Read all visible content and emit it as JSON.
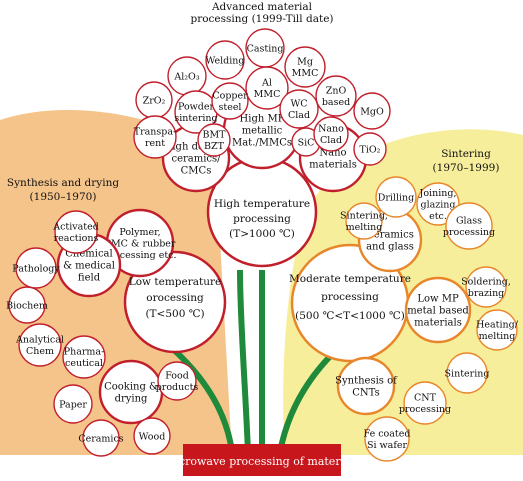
{
  "root": {
    "label": "Microwave processing of materials",
    "color": "#c8161d"
  },
  "colors": {
    "left_bg": "#f5c48a",
    "right_bg": "#f7ee9c",
    "stem": "#1f8a3a",
    "red_ring": "#c01f2b",
    "orange_ring": "#e8862b"
  },
  "eras": {
    "high": {
      "title": "Advanced material",
      "title2": "processing (1999-Till date)"
    },
    "low": {
      "title": "Synthesis and drying",
      "years": "(1950–1970)"
    },
    "moderate": {
      "title": "Sintering",
      "years": "(1970–1999)"
    }
  },
  "hubs": {
    "high": {
      "l1": "High temperature",
      "l2": "processing",
      "l3": "(T>1000 ℃)"
    },
    "low": {
      "l1": "Low temperature",
      "l2": "orocessing",
      "l3": "(T<500 ℃)"
    },
    "moderate": {
      "l1": "Moderate temperature",
      "l2": "processing",
      "l3": "(500 ℃<T<1000 ℃)"
    }
  },
  "sub_hubs": {
    "high_mp": [
      "High MP",
      "metallic",
      "Mat./MMCs"
    ],
    "high_density": [
      "High density",
      "ceramics/",
      "CMCs"
    ],
    "nano": [
      "Nano",
      "materials"
    ],
    "polymer": [
      "Polymer,",
      "PMC & rubber",
      "processing etc."
    ],
    "chemical": [
      "Chemical",
      "& medical",
      "field"
    ],
    "cooking": [
      "Cooking &",
      "drying"
    ],
    "ceramics_glass": [
      "Ceramics",
      "and glass"
    ],
    "low_mp": [
      "Low MP",
      "metal based",
      "materials"
    ],
    "cnts": [
      "Synthesis of",
      "CNTs"
    ]
  },
  "leaves": {
    "casting": [
      "Casting"
    ],
    "welding": [
      "Welding"
    ],
    "mg_mmc": [
      "Mg",
      "MMC"
    ],
    "al2o3": [
      "Al₂O₃"
    ],
    "al_mmc": [
      "Al",
      "MMC"
    ],
    "zno": [
      "ZnO",
      "based"
    ],
    "zro2": [
      "ZrO₂"
    ],
    "powder": [
      "Powder",
      "sintering"
    ],
    "copper": [
      "Copper",
      "steel"
    ],
    "wc": [
      "WC",
      "Clad"
    ],
    "mgo": [
      "MgO"
    ],
    "transparent": [
      "Transpa-",
      "rent"
    ],
    "bmt": [
      "BMT",
      "BZT"
    ],
    "sic": [
      "SiC"
    ],
    "nano_clad": [
      "Nano",
      "Clad"
    ],
    "tio2": [
      "TiO₂"
    ],
    "activated": [
      "Activated",
      "reactions"
    ],
    "pathology": [
      "Pathology"
    ],
    "biochem": [
      "Biochem"
    ],
    "analytical": [
      "Analytical",
      "Chem"
    ],
    "pharma": [
      "Pharma-",
      "ceutical"
    ],
    "paper": [
      "Paper"
    ],
    "food": [
      "Food",
      "products"
    ],
    "ceramics": [
      "Ceramics"
    ],
    "wood": [
      "Wood"
    ],
    "drilling": [
      "Drilling"
    ],
    "joining": [
      "Joining,",
      "glazing",
      "etc."
    ],
    "sintering_melting": [
      "Sintering,",
      "melting"
    ],
    "glass": [
      "Glass",
      "processing"
    ],
    "soldering": [
      "Soldering,",
      "brazing"
    ],
    "heating": [
      "Heating/",
      "melting"
    ],
    "sintering": [
      "Sintering"
    ],
    "cnt_processing": [
      "CNT",
      "processing"
    ],
    "fe_coated": [
      "Fe coated",
      "Si wafer"
    ]
  }
}
